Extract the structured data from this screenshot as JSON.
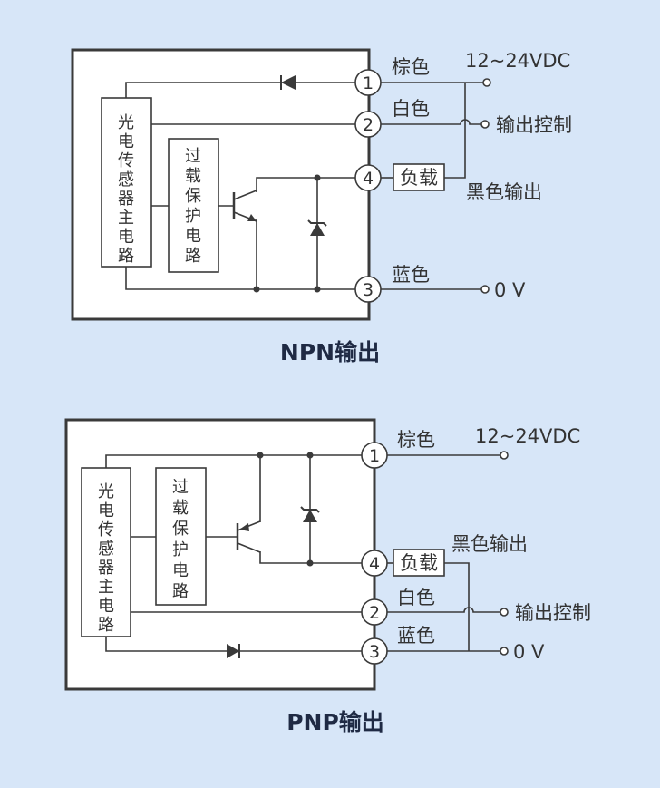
{
  "npn": {
    "title": "NPN输出",
    "sensor_circuit": [
      "光",
      "电",
      "传",
      "感",
      "器",
      "主",
      "电",
      "路"
    ],
    "protection_circuit": [
      "过",
      "载",
      "保",
      "护",
      "电",
      "路"
    ],
    "pins": [
      "1",
      "2",
      "4",
      "3"
    ],
    "wire_labels": [
      "棕色",
      "白色",
      "蓝色"
    ],
    "load_label": "负载",
    "supply_label": "12~24VDC",
    "control_label": "输出控制",
    "black_output_label": "黑色输出",
    "zero_label": "0 V"
  },
  "pnp": {
    "title": "PNP输出",
    "sensor_circuit": [
      "光",
      "电",
      "传",
      "感",
      "器",
      "主",
      "电",
      "路"
    ],
    "protection_circuit": [
      "过",
      "载",
      "保",
      "护",
      "电",
      "路"
    ],
    "pins": [
      "1",
      "4",
      "2",
      "3"
    ],
    "wire_labels": [
      "棕色",
      "白色",
      "蓝色"
    ],
    "load_label": "负载",
    "supply_label": "12~24VDC",
    "control_label": "输出控制",
    "black_output_label": "黑色输出",
    "zero_label": "0 V"
  }
}
